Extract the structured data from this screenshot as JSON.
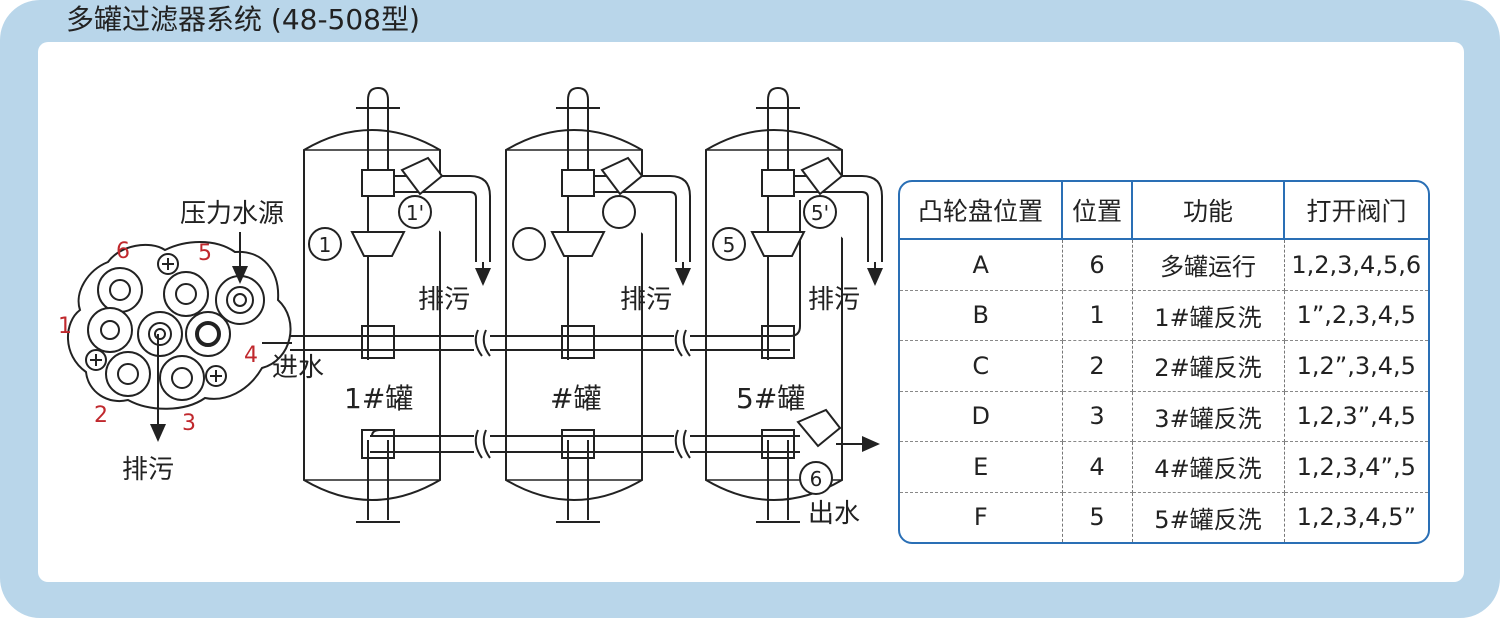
{
  "title": "多罐过滤器系统 (48-508型)",
  "colors": {
    "frame": "#b9d6ea",
    "table_border": "#2a6fb5",
    "port_number": "#c0282d"
  },
  "disc": {
    "label_source": "压力水源",
    "label_drain": "排污",
    "ports": [
      "1",
      "2",
      "3",
      "4",
      "5",
      "6"
    ]
  },
  "tanks": {
    "labels": [
      "1#罐",
      "#罐",
      "5#罐"
    ],
    "valve_numbers": [
      "1",
      "1'",
      "5",
      "5'",
      "6"
    ],
    "drain_labels": [
      "排污",
      "排污",
      "排污"
    ],
    "inlet_label": "进水",
    "outlet_label": "出水"
  },
  "table": {
    "headers": [
      "凸轮盘位置",
      "位置",
      "功能",
      "打开阀门"
    ],
    "rows": [
      [
        "A",
        "6",
        "多罐运行",
        "1,2,3,4,5,6"
      ],
      [
        "B",
        "1",
        "1#罐反洗",
        "1”,2,3,4,5"
      ],
      [
        "C",
        "2",
        "2#罐反洗",
        "1,2”,3,4,5"
      ],
      [
        "D",
        "3",
        "3#罐反洗",
        "1,2,3”,4,5"
      ],
      [
        "E",
        "4",
        "4#罐反洗",
        "1,2,3,4”,5"
      ],
      [
        "F",
        "5",
        "5#罐反洗",
        "1,2,3,4,5”"
      ]
    ]
  }
}
